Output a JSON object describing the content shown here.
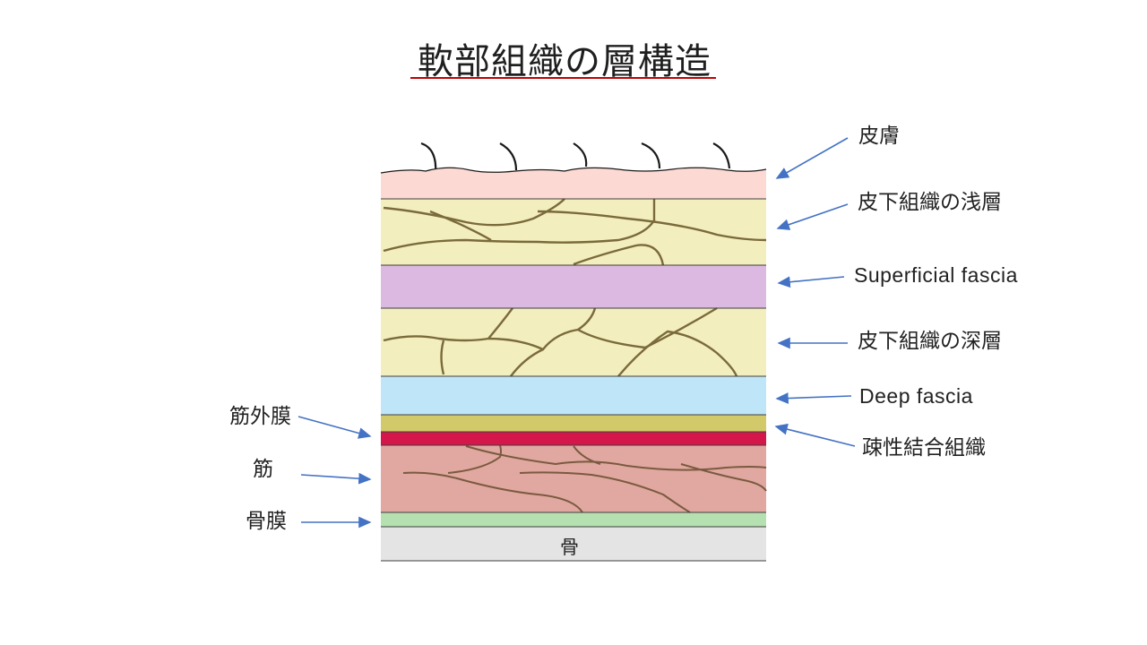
{
  "title": "軟部組織の層構造",
  "colors": {
    "title_underline": "#c00000",
    "arrow": "#4472c4",
    "fiber_line": "#7a6a3c",
    "muscle_fiber_line": "#7b5a40",
    "outline": "#404040"
  },
  "layers": [
    {
      "id": "skin",
      "label": "皮膚",
      "color": "#fcd9d2"
    },
    {
      "id": "subcut-superficial",
      "label": "皮下組織の浅層",
      "color": "#f3eebd"
    },
    {
      "id": "superficial-fascia",
      "label": "Superficial fascia",
      "color": "#dbb9e0"
    },
    {
      "id": "subcut-deep",
      "label": "皮下組織の深層",
      "color": "#f3eebd"
    },
    {
      "id": "deep-fascia",
      "label": "Deep fascia",
      "color": "#bfe6f8"
    },
    {
      "id": "loose-connective",
      "label": "疎性結合組織",
      "color": "#d2c96a"
    },
    {
      "id": "epimysium",
      "label": "筋外膜",
      "color": "#d4164a"
    },
    {
      "id": "muscle",
      "label": "筋",
      "color": "#e0a8a0"
    },
    {
      "id": "periosteum",
      "label": "骨膜",
      "color": "#b5e0b0"
    },
    {
      "id": "bone",
      "label": "骨",
      "color": "#e4e4e4"
    }
  ]
}
